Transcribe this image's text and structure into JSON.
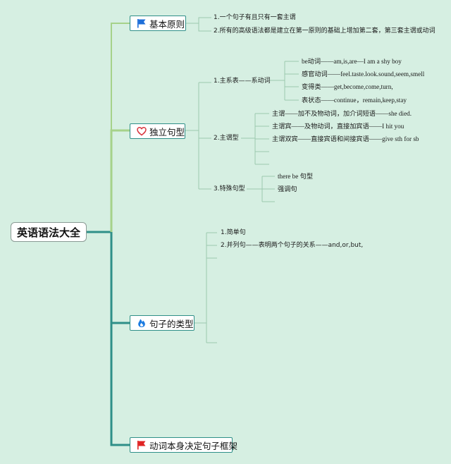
{
  "root": {
    "title": "英语语法大全"
  },
  "branches": [
    {
      "title": "基本原则",
      "icon": "blue-flag-icon",
      "items": [
        "1.一个句子有且只有一套主谓",
        "2.所有的高级语法都是建立在第一原则的基础上增加第二套，第三套主谓或动词"
      ]
    },
    {
      "title": "独立句型",
      "icon": "heart-icon",
      "groups": [
        {
          "label": "1.主系表——系动词",
          "items": [
            "be动词——am,is,are—I am a shy boy",
            "感官动词——feel.taste.look.sound,seem,smell",
            "变得类——get,become,come,turn,",
            "表状态——continue，remain,keep,stay"
          ]
        },
        {
          "label": "2.主谓型",
          "items": [
            "主谓——加不及物动词，加介词短语——she died.",
            "主谓宾——及物动词，直接加宾语——I hit you",
            "主谓双宾——直接宾语和间接宾语——give sth for sb"
          ]
        },
        {
          "label": "3.特殊句型",
          "items": [
            "there be 句型",
            "强调句"
          ]
        }
      ]
    },
    {
      "title": "句子的类型",
      "icon": "fire-icon",
      "items": [
        "1.简单句",
        "2.并列句——表明两个句子的关系——and,or,but,"
      ]
    },
    {
      "title": "动词本身决定句子框架",
      "icon": "red-flag-icon",
      "items": []
    }
  ],
  "colors": {
    "background": "#d6efe2",
    "main_line": "#2f8f88",
    "light_line": "#a6d28a",
    "thin_line": "#9cc9ae",
    "node_border": "#2f8f88",
    "flag_blue": "#1e6fd9",
    "heart_red": "#d9363e",
    "fire_blue": "#1a7ae0",
    "flag_red": "#e02424"
  }
}
